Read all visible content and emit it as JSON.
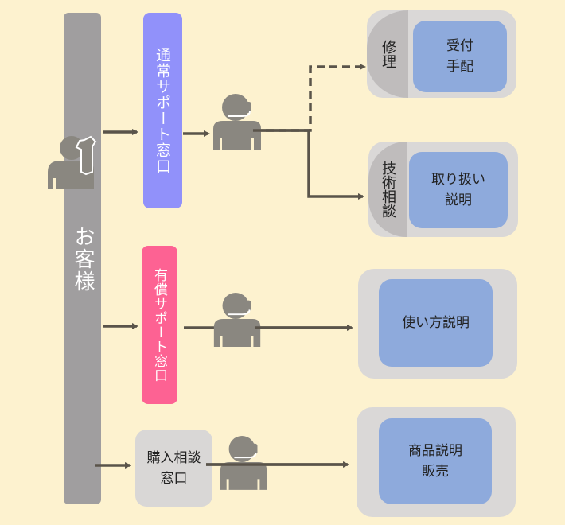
{
  "customer": {
    "label": "お客様",
    "icon": "person-on-phone-icon"
  },
  "windows": {
    "normal": {
      "label": "通常サポート窓口",
      "color": "#9191fa"
    },
    "paid": {
      "label": "有償サポート窓口",
      "color": "#fd6293"
    },
    "purchase": {
      "line1": "購入相談",
      "line2": "窓口",
      "color": "#d9d7d6"
    }
  },
  "operator_icon": "headset-operator-icon",
  "destinations": {
    "repair": {
      "tab": "修理",
      "line1": "受付",
      "line2": "手配",
      "arrow": "dashed"
    },
    "tech": {
      "tab": "技術相談",
      "line1": "取り扱い",
      "line2": "説明",
      "arrow": "solid"
    },
    "usage": {
      "line1": "使い方説明"
    },
    "product": {
      "line1": "商品説明",
      "line2": "販売"
    }
  },
  "colors": {
    "background": "#fdf2cf",
    "arrow": "#5a544a",
    "inner_box": "#8eaadc",
    "outer_box": "#dad8d7",
    "customer_bar": "#a09e9f"
  }
}
